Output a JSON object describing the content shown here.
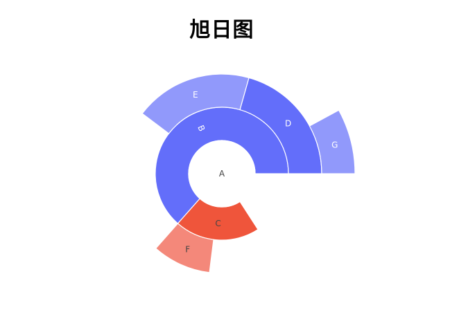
{
  "title": "旭日图",
  "chart_data": {
    "type": "sunburst",
    "title": "旭日图",
    "center": [
      320,
      251
    ],
    "ring_width": 48,
    "start_angle_deg": 0,
    "direction": "counterclockwise",
    "root": {
      "label": "A",
      "value": 63
    },
    "nodes": [
      {
        "id": "B",
        "label": "B",
        "parent": "A",
        "value": 40,
        "level": 1,
        "color": "#636EFA",
        "text_color": "#ffffff",
        "label_rotate": "radial"
      },
      {
        "id": "C",
        "label": "C",
        "parent": "A",
        "value": 13,
        "level": 1,
        "color": "#EF553B",
        "text_color": "#444444",
        "label_rotate": "none"
      },
      {
        "id": "D",
        "label": "D",
        "parent": "B",
        "value": 13,
        "level": 2,
        "color": "#636EFA",
        "text_color": "#ffffff",
        "label_rotate": "none"
      },
      {
        "id": "E",
        "label": "E",
        "parent": "B",
        "value": 12,
        "level": 2,
        "color": "#9199FB",
        "text_color": "#ffffff",
        "label_rotate": "none"
      },
      {
        "id": "F",
        "label": "F",
        "parent": "C",
        "value": 6,
        "level": 2,
        "color": "#F4887A",
        "text_color": "#444444",
        "label_rotate": "none"
      },
      {
        "id": "G",
        "label": "G",
        "parent": "D",
        "value": 5,
        "level": 3,
        "color": "#9199FB",
        "text_color": "#ffffff",
        "label_rotate": "none"
      }
    ]
  }
}
